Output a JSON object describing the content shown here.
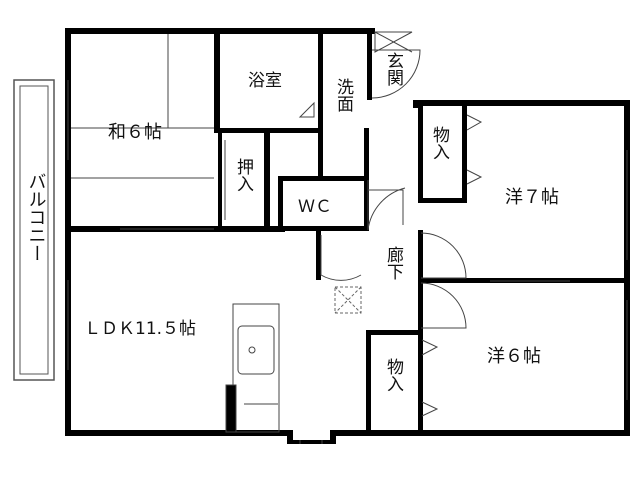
{
  "floor_plan": {
    "rooms": {
      "washitsu": "和６帖",
      "bathroom": "浴室",
      "washroom": "洗面",
      "entrance": "玄関",
      "storage_top": "物入",
      "oshiire": "押入",
      "wc": "ＷＣ",
      "western_7": "洋７帖",
      "balcony": "バルコニー",
      "hallway": "廊下",
      "ldk": "ＬＤＫ11.５帖",
      "storage_bottom": "物入",
      "western_6": "洋６帖"
    },
    "colors": {
      "wall": "#000000",
      "line": "#333333",
      "background": "#ffffff"
    }
  }
}
